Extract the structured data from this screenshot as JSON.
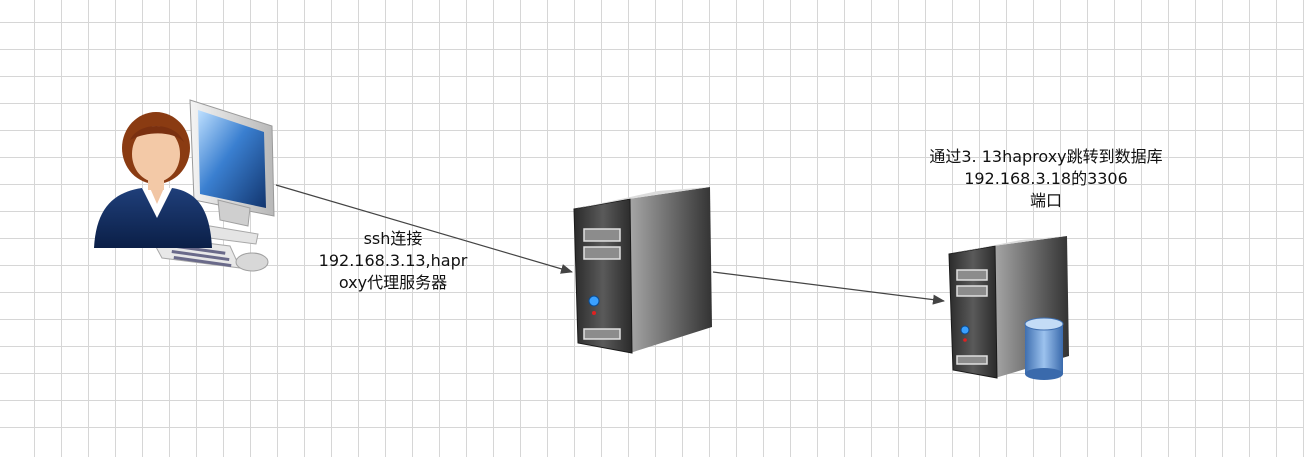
{
  "nodes": {
    "client": {
      "icon": "user-workstation-icon"
    },
    "proxy_server": {
      "icon": "server-tower-icon"
    },
    "db_server": {
      "icon": "database-server-icon"
    }
  },
  "edges": {
    "client_to_proxy": {
      "label_lines": [
        "ssh连接",
        "192.168.3.13,hapr",
        "oxy代理服务器"
      ]
    },
    "proxy_to_db": {
      "label_lines": [
        "通过3. 13haproxy跳转到数据库",
        "192.168.3.18的3306",
        "端口"
      ]
    }
  },
  "colors": {
    "grid": "#d6d6d6",
    "edge": "#444444",
    "server_body": "#2a2a2a",
    "monitor_screen": "#3a7fd0",
    "database": "#5b8fd0"
  }
}
